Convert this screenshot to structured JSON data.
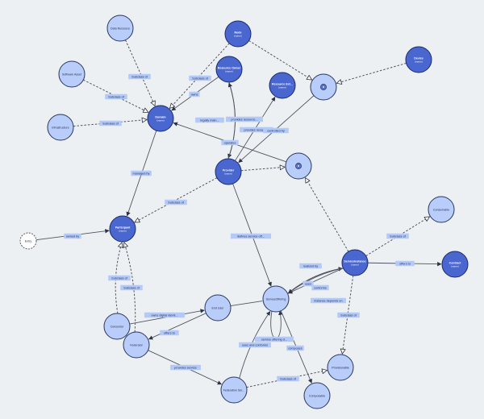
{
  "colors": {
    "background": "#edf0f2",
    "node_dark_fill": "#4a66cf",
    "node_dark_stroke": "#1b2a6e",
    "node_light_fill": "#b9cdfb",
    "node_light_stroke": "#28375f",
    "node_white_fill": "#ffffff",
    "edge_stroke": "#4f5562",
    "edge_label_fill": "#b3c9f8",
    "edge_label_text": "#1f2d54"
  },
  "nodes": [
    {
      "id": "data-resource",
      "label": "Data Resource",
      "kind": "light"
    },
    {
      "id": "node-top",
      "label": "Node",
      "sub": "(name)",
      "kind": "dark"
    },
    {
      "id": "software-asset",
      "label": "Software Asset",
      "kind": "light"
    },
    {
      "id": "resource-owner",
      "label": "Resource Owner",
      "sub": "(name)",
      "kind": "dark"
    },
    {
      "id": "resource-ext",
      "label": "Resource Ext...",
      "sub": "(name)",
      "kind": "dark"
    },
    {
      "id": "ring-upper",
      "label": "",
      "kind": "ring"
    },
    {
      "id": "device-top",
      "label": "Device",
      "sub": "(name)",
      "kind": "dark"
    },
    {
      "id": "domain",
      "label": "Domain",
      "sub": "(name)",
      "kind": "dark"
    },
    {
      "id": "infrastructure",
      "label": "Infrastructure",
      "kind": "light"
    },
    {
      "id": "provider",
      "label": "Provider",
      "sub": "(name)",
      "kind": "dark"
    },
    {
      "id": "ring-middle",
      "label": "",
      "kind": "ring"
    },
    {
      "id": "participant",
      "label": "Participant",
      "sub": "(name)",
      "kind": "dark"
    },
    {
      "id": "entry",
      "label": "Entry",
      "kind": "white"
    },
    {
      "id": "consumable",
      "label": "Consumable",
      "kind": "light"
    },
    {
      "id": "service-instance",
      "label": "ServiceInstance",
      "sub": "(name)",
      "kind": "dark"
    },
    {
      "id": "contract",
      "label": "Contract",
      "sub": "(name)",
      "kind": "dark"
    },
    {
      "id": "end-user",
      "label": "End User",
      "kind": "light"
    },
    {
      "id": "service-offering",
      "label": "ServiceOffering",
      "kind": "light"
    },
    {
      "id": "consumer",
      "label": "Consumer",
      "kind": "light"
    },
    {
      "id": "federator",
      "label": "Federator",
      "kind": "light"
    },
    {
      "id": "provisionable",
      "label": "Provisionable",
      "kind": "light"
    },
    {
      "id": "federation-svc",
      "label": "Federation Ser...",
      "kind": "light"
    },
    {
      "id": "composable",
      "label": "Composable",
      "kind": "light"
    }
  ],
  "edges": [
    {
      "from": "data-resource",
      "to": "domain",
      "label": "Subclass of",
      "style": "dashed",
      "head": "open"
    },
    {
      "from": "software-asset",
      "to": "domain",
      "label": "Subclass of",
      "style": "dashed",
      "head": "open"
    },
    {
      "from": "infrastructure",
      "to": "domain",
      "label": "Subclass of",
      "style": "dashed",
      "head": "open"
    },
    {
      "from": "node-top",
      "to": "domain",
      "label": "Subclass of",
      "style": "dashed",
      "head": "open"
    },
    {
      "from": "resource-owner",
      "to": "domain",
      "label": "owns",
      "style": "solid",
      "head": "filled"
    },
    {
      "from": "resource-owner",
      "to": "provider",
      "label": "legally main...",
      "style": "solid",
      "head": "filled"
    },
    {
      "from": "provider",
      "to": "resource-owner",
      "label": "provides resource...",
      "style": "solid",
      "head": "filled"
    },
    {
      "from": "provider",
      "to": "resource-ext",
      "label": "provides reception",
      "style": "solid",
      "head": "filled"
    },
    {
      "from": "ring-upper",
      "to": "provider",
      "label": "controlled by",
      "style": "solid",
      "head": "filled"
    },
    {
      "from": "node-top",
      "to": "ring-upper",
      "label": "",
      "style": "dashed",
      "head": "open"
    },
    {
      "from": "device-top",
      "to": "ring-upper",
      "label": "",
      "style": "dashed",
      "head": "open"
    },
    {
      "from": "ring-middle",
      "to": "domain",
      "label": "operates",
      "style": "solid",
      "head": "filled"
    },
    {
      "from": "provider",
      "to": "ring-middle",
      "label": "",
      "style": "dashed",
      "head": "open"
    },
    {
      "from": "domain",
      "to": "participant",
      "label": "managed by",
      "style": "solid",
      "head": "filled"
    },
    {
      "from": "provider",
      "to": "participant",
      "label": "Subclass of",
      "style": "dashed",
      "head": "open"
    },
    {
      "from": "entry",
      "to": "participant",
      "label": "owned by",
      "style": "solid",
      "head": "filled"
    },
    {
      "from": "provider",
      "to": "service-offering",
      "label": "defines service off...",
      "style": "solid",
      "head": "filled"
    },
    {
      "from": "service-instance",
      "to": "ring-middle",
      "label": "",
      "style": "dashed",
      "head": "open"
    },
    {
      "from": "service-instance",
      "to": "consumable",
      "label": "Subclass of",
      "style": "dashed",
      "head": "open"
    },
    {
      "from": "service-instance",
      "to": "contract",
      "label": "offers to",
      "style": "solid",
      "head": "filled"
    },
    {
      "from": "service-offering",
      "to": "service-instance",
      "label": "realized by",
      "style": "solid",
      "head": "filled"
    },
    {
      "from": "service-instance",
      "to": "service-offering",
      "label": "uses",
      "style": "solid",
      "head": "filled"
    },
    {
      "from": "service-instance",
      "to": "service-offering",
      "label": "conforms",
      "style": "solid",
      "head": "filled"
    },
    {
      "from": "service-instance",
      "to": "service-offering",
      "label": "instance depends on",
      "style": "solid",
      "head": "filled"
    },
    {
      "from": "service-instance",
      "to": "provisionable",
      "label": "Subclass of",
      "style": "dashed",
      "head": "open"
    },
    {
      "from": "consumer",
      "to": "participant",
      "label": "Subclass of",
      "style": "dashed",
      "head": "open"
    },
    {
      "from": "federator",
      "to": "participant",
      "label": "Subclass of",
      "style": "dashed",
      "head": "open"
    },
    {
      "from": "consumer",
      "to": "end-user",
      "label": "owns digital identi...",
      "style": "solid",
      "head": "filled"
    },
    {
      "from": "end-user",
      "to": "federator",
      "label": "offers to",
      "style": "solid",
      "head": "filled"
    },
    {
      "from": "end-user",
      "to": "service-offering",
      "label": "",
      "style": "solid",
      "head": "none"
    },
    {
      "from": "federator",
      "to": "federation-svc",
      "label": "provides service",
      "style": "solid",
      "head": "filled"
    },
    {
      "from": "federation-svc",
      "to": "provisionable",
      "label": "Subclass of",
      "style": "dashed",
      "head": "open"
    },
    {
      "from": "federation-svc",
      "to": "service-offering",
      "label": "uses and conforms",
      "style": "solid",
      "head": "filled"
    },
    {
      "from": "service-offering",
      "to": "service-offering",
      "label": "service offering d...",
      "style": "solid",
      "head": "filled"
    },
    {
      "from": "service-offering",
      "to": "composable",
      "label": "composes",
      "style": "solid",
      "head": "filled"
    }
  ]
}
